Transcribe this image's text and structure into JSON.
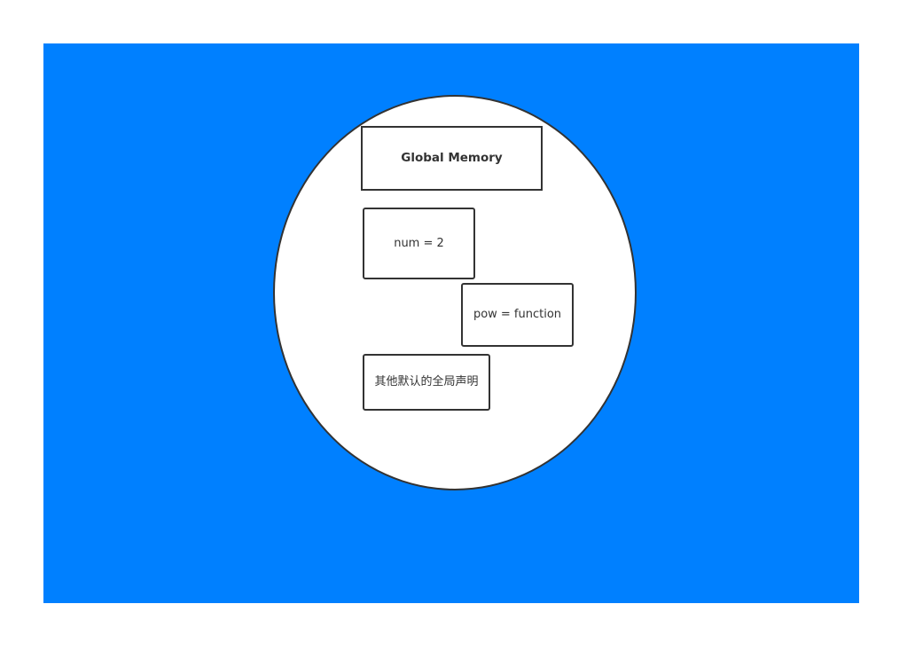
{
  "colors": {
    "background": "#0080ff",
    "shape_fill": "#ffffff",
    "stroke": "#333333"
  },
  "diagram": {
    "title": "Global Memory",
    "items": [
      {
        "label": "num = 2"
      },
      {
        "label": "pow = function"
      },
      {
        "label": "其他默认的全局声明"
      }
    ]
  }
}
